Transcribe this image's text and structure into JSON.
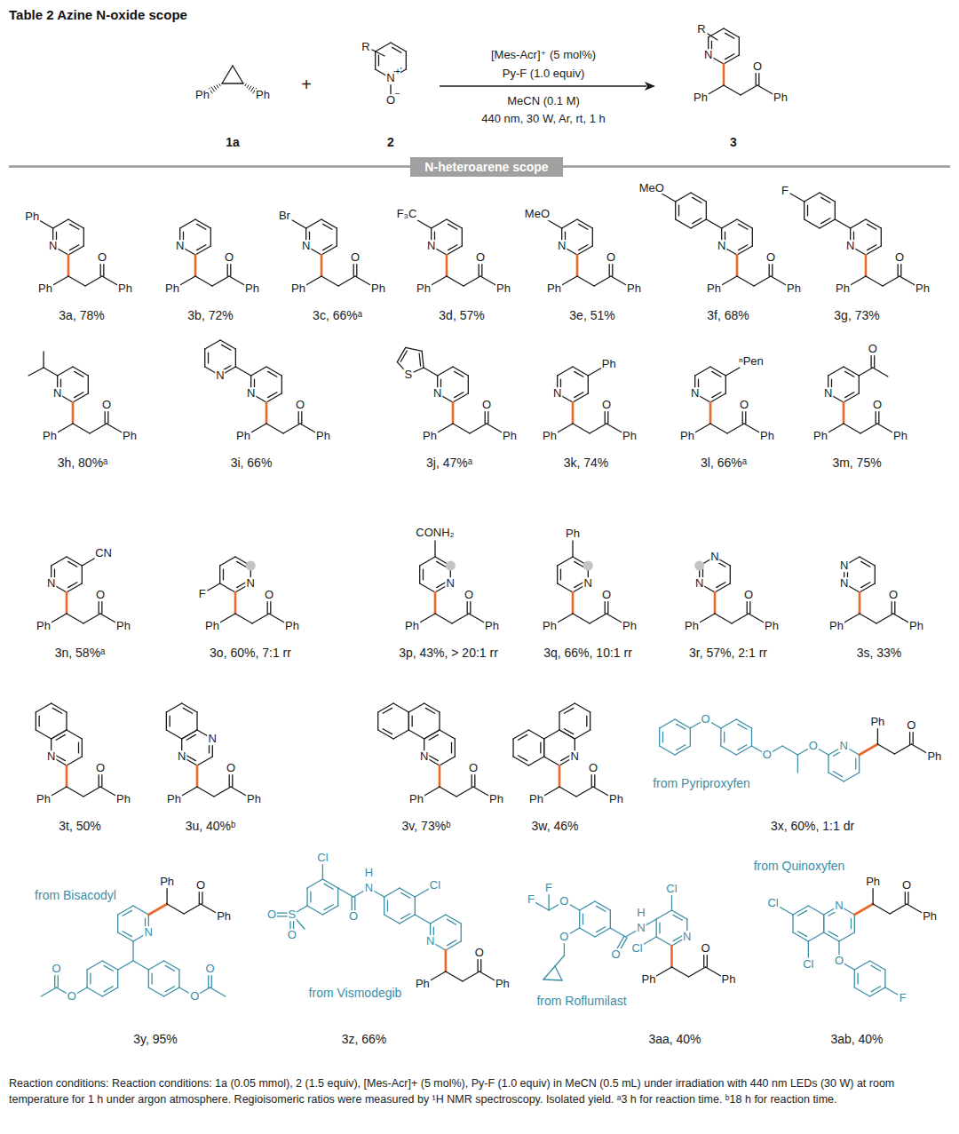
{
  "diagram": {
    "title": "Table 2 Azine N-oxide scope",
    "caption": "Reaction conditions: Reaction conditions: 1a (0.05 mmol), 2 (1.5 equiv), [Mes-Acr]+ (5 mol%), Py-F (1.0 equiv) in MeCN (0.5 mL) under irradiation with 440 nm LEDs (30 W) at room temperature for 1 h under argon atmosphere. Regioisomeric ratios were measured by ¹H NMR spectroscopy. Isolated yield. ᵃ3 h for reaction time. ᵇ18 h for reaction time.",
    "nodes": [
      {
        "text": [
          "N-heteroarene scope"
        ]
      }
    ],
    "labels": [
      "Ph",
      "Ph",
      "1a",
      "+",
      "R",
      "N",
      "+",
      "O",
      "−",
      "2",
      "[Mes-Acr]⁺ (5 mol%)",
      "Py-F (1.0 equiv)",
      "MeCN (0.1 M)",
      "440 nm, 30 W, Ar, rt, 1 h",
      "R",
      "N",
      "Ph",
      "O",
      "Ph",
      "3",
      "Ph",
      "N",
      "Ph",
      "O",
      "Ph",
      "3a, 78%",
      "N",
      "Ph",
      "O",
      "Ph",
      "3b, 72%",
      "Br",
      "N",
      "Ph",
      "O",
      "Ph",
      "3c, 66%ᵃ",
      "F₃C",
      "N",
      "Ph",
      "O",
      "Ph",
      "3d, 57%",
      "MeO",
      "N",
      "Ph",
      "O",
      "Ph",
      "3e, 51%",
      "MeO",
      "N",
      "Ph",
      "O",
      "Ph",
      "3f, 68%",
      "F",
      "N",
      "Ph",
      "O",
      "Ph",
      "3g, 73%",
      "N",
      "Ph",
      "O",
      "Ph",
      "3h, 80%ᵃ",
      "N",
      "N",
      "Ph",
      "O",
      "Ph",
      "3i, 66%",
      "S",
      "N",
      "Ph",
      "O",
      "Ph",
      "3j, 47%ᵃ",
      "Ph",
      "N",
      "Ph",
      "O",
      "Ph",
      "3k, 74%",
      "ⁿPen",
      "N",
      "Ph",
      "O",
      "Ph",
      "3l, 66%ᵃ",
      "O",
      "N",
      "Ph",
      "O",
      "Ph",
      "3m, 75%",
      "CN",
      "N",
      "Ph",
      "O",
      "Ph",
      "3n, 58%ᵃ",
      "F",
      "N",
      "Ph",
      "O",
      "Ph",
      "3o, 60%, 7:1 rr",
      "CONH₂",
      "N",
      "Ph",
      "O",
      "Ph",
      "3p, 43%, > 20:1 rr",
      "Ph",
      "N",
      "Ph",
      "O",
      "Ph",
      "3q, 66%, 10:1 rr",
      "N",
      "N",
      "Ph",
      "O",
      "Ph",
      "3r, 57%, 2:1 rr",
      "N",
      "N",
      "Ph",
      "O",
      "Ph",
      "3s, 33%",
      "N",
      "Ph",
      "O",
      "Ph",
      "3t, 50%",
      "N",
      "N",
      "Ph",
      "O",
      "Ph",
      "3u, 40%ᵇ",
      "N",
      "Ph",
      "O",
      "Ph",
      "3v, 73%ᵇ",
      "N",
      "Ph",
      "O",
      "Ph",
      "3w, 46%",
      "from Pyriproxyfen",
      "O",
      "O",
      "O",
      "N",
      "Ph",
      "O",
      "Ph",
      "3x, 60%, 1:1 dr",
      "from Bisacodyl",
      "Ph",
      "O",
      "Ph",
      "N",
      "O",
      "O",
      "O",
      "O",
      "3y, 95%",
      "Cl",
      "O",
      "H",
      "N",
      "Cl",
      "S",
      "O",
      "O",
      "N",
      "Ph",
      "O",
      "Ph",
      "from Vismodegib",
      "3z, 66%",
      "F",
      "F",
      "O",
      "O",
      "O",
      "H",
      "N",
      "Cl",
      "Cl",
      "N",
      "Ph",
      "O",
      "Ph",
      "from Roflumilast",
      "3aa, 40%",
      "from Quinoxyfen",
      "Cl",
      "N",
      "Ph",
      "O",
      "Ph",
      "Cl",
      "O",
      "F",
      "3ab, 40%"
    ]
  }
}
